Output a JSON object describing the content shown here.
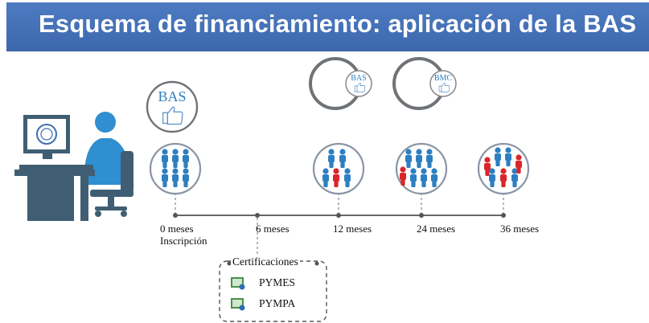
{
  "title": "Esquema de financiamiento: aplicación de la BAS",
  "timeline": {
    "milestones": [
      {
        "label": "0 meses",
        "sublabel": "Inscripción"
      },
      {
        "label": "6 meses"
      },
      {
        "label": "12 meses"
      },
      {
        "label": "24 meses"
      },
      {
        "label": "36 meses"
      }
    ]
  },
  "badges": {
    "bas_large": "BAS",
    "bas_small": "BAS",
    "bmc_small": "BMC"
  },
  "certifications": {
    "title": "Certificaciones",
    "items": [
      "PYMES",
      "PYMPA"
    ]
  },
  "colors": {
    "banner": "#4470b8",
    "figure_blue": "#2d7fc1",
    "figure_red": "#d9262b",
    "desk": "#3f5e73",
    "axis": "#333333"
  }
}
